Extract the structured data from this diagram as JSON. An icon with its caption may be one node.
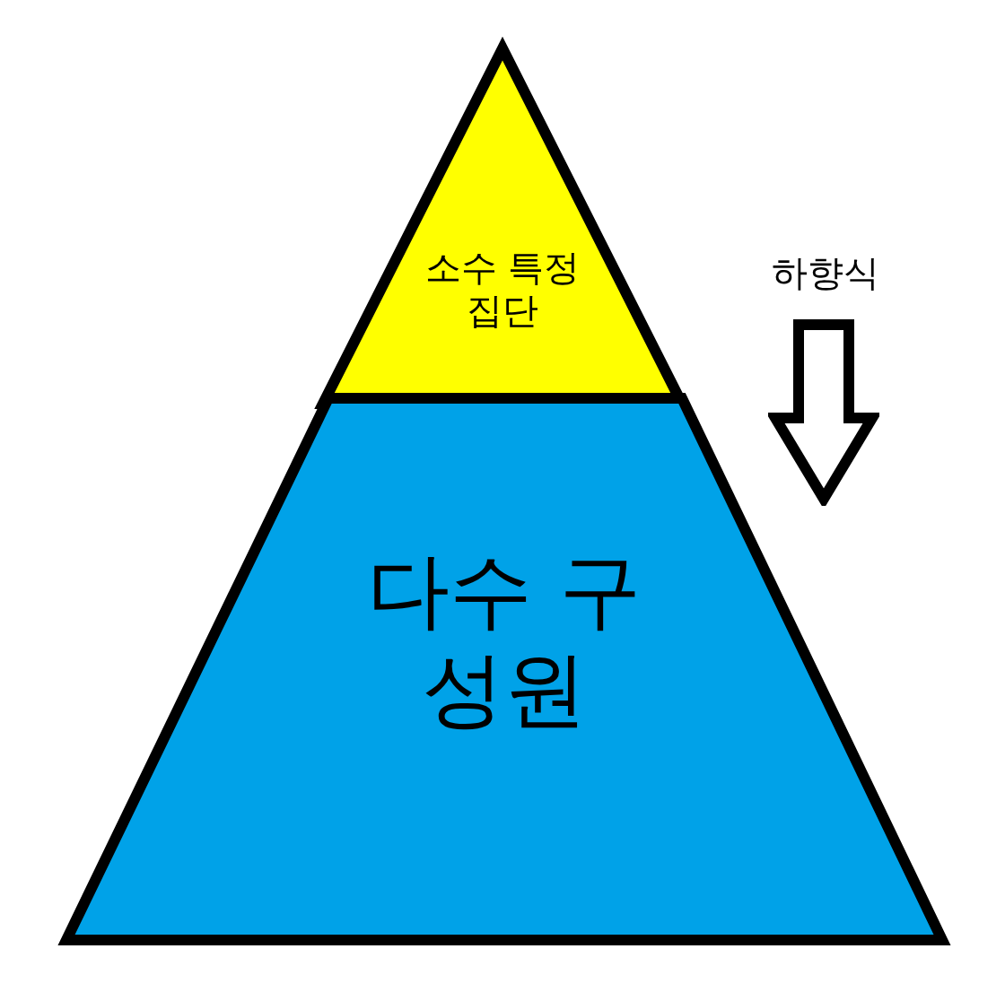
{
  "diagram": {
    "nodes": [
      {
        "text": [
          "소수 특정집단"
        ]
      },
      {
        "text": [
          "다수 구성원"
        ]
      }
    ],
    "labels": [
      "하향식"
    ]
  }
}
